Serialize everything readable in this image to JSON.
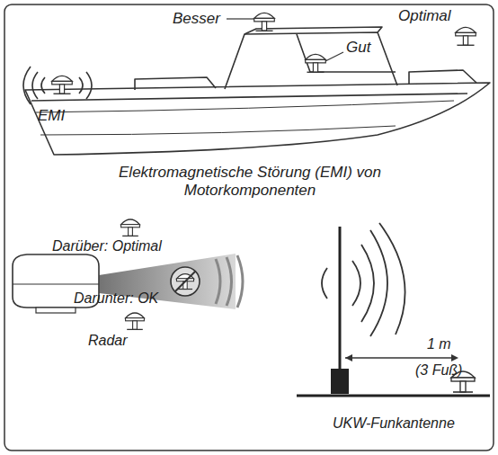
{
  "diagram": {
    "labels": [
      "Besser",
      "Optimal",
      "Gut",
      "EMI",
      "Elektromagnetische Störung (EMI) von Motorkomponenten",
      "Darüber: Optimal",
      "Darunter: OK",
      "Radar",
      "1 m",
      "(3 Fuß)",
      "UKW-Funkantenne"
    ]
  }
}
